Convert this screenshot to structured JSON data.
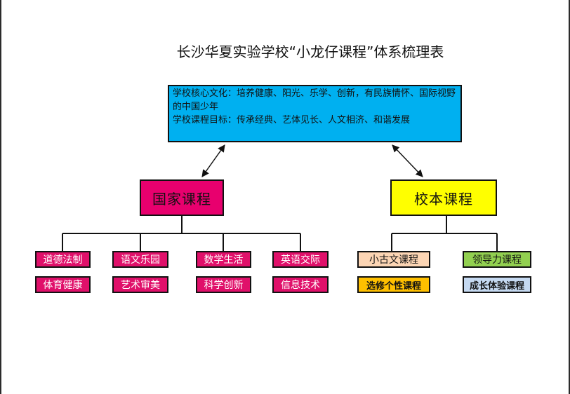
{
  "title": "长沙华夏实验学校“小龙仔课程”体系梳理表",
  "core": {
    "culture": "学校核心文化：培养健康、阳光、乐学、创新，有民族情怀、国际视野的中国少年",
    "goal": "学校课程目标：传承经典、艺体见长、人文相济、和谐发展"
  },
  "national": {
    "label": "国家课程",
    "courses": [
      "道德法制",
      "体育健康",
      "语文乐园",
      "艺术审美",
      "数学生活",
      "科学创新",
      "英语交际",
      "信息技术"
    ]
  },
  "school_based": {
    "label": "校本课程",
    "courses": [
      "小古文课程",
      "选修个性课程",
      "领导力课程",
      "成长体验课程"
    ]
  },
  "colors": {
    "core_bg": "#00b0f0",
    "national_bg": "#e8006e",
    "school_bg": "#ffff00",
    "national_course_bg": "#e0106a",
    "guwen_bg": "#fcd5b4",
    "elective_bg": "#ffc000",
    "leadership_bg": "#92d050",
    "growth_bg": "#c5d9f1"
  }
}
